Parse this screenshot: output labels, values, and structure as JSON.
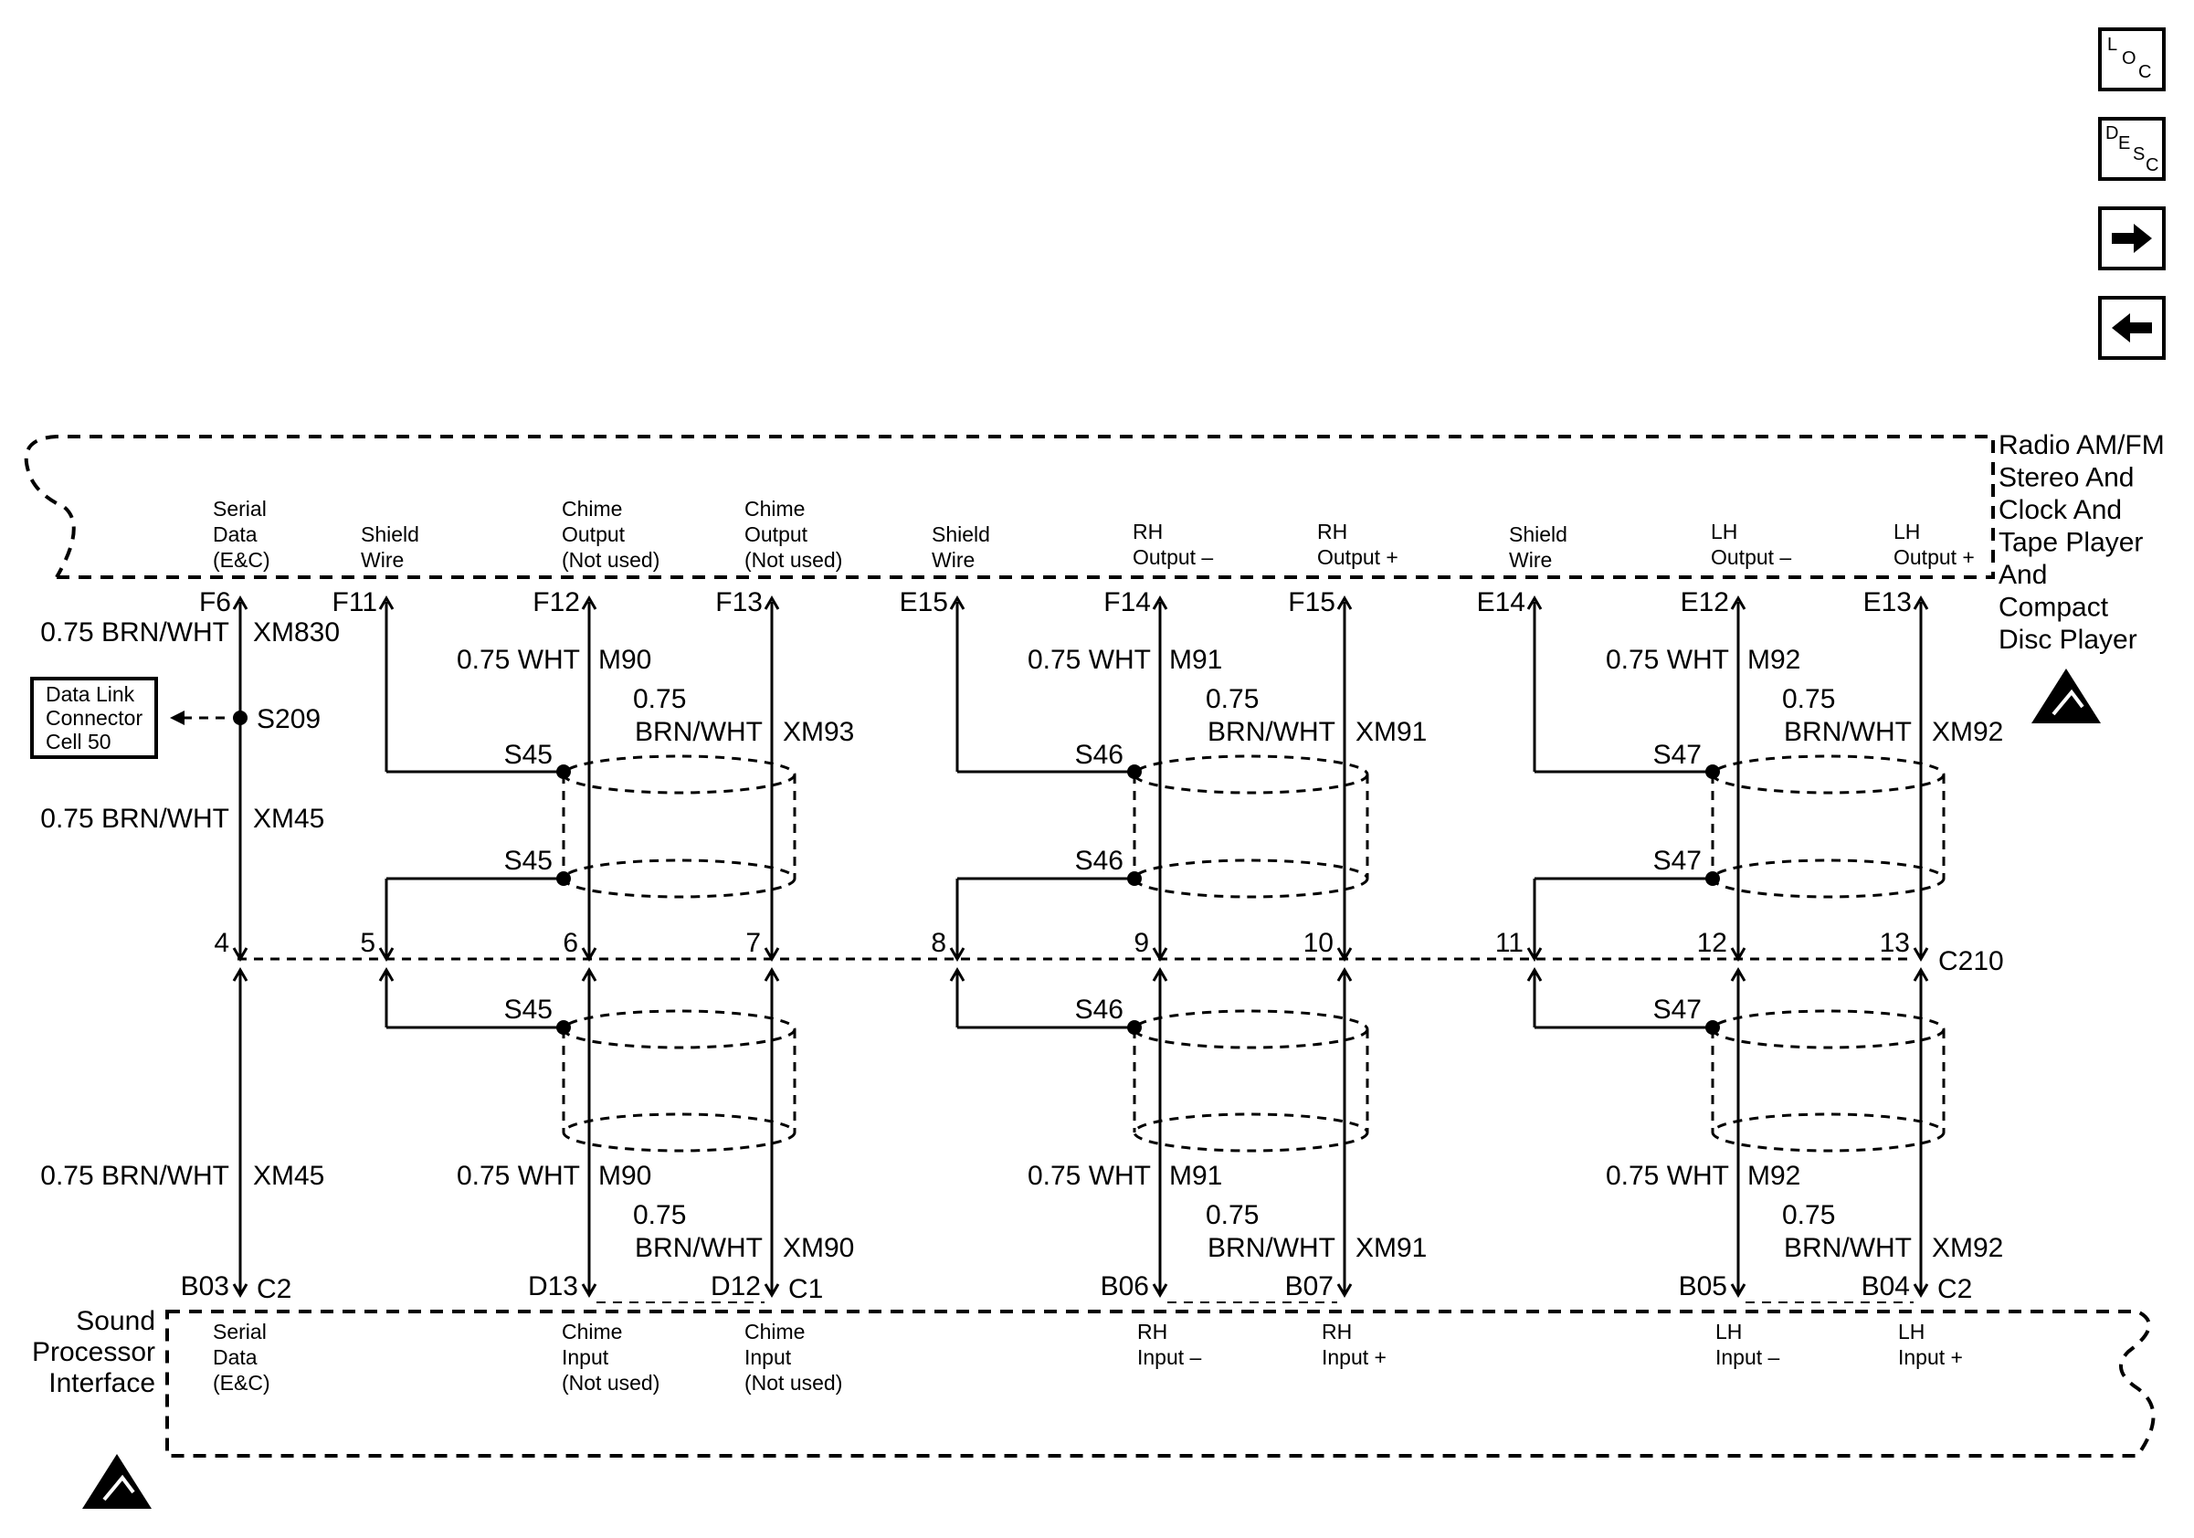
{
  "nav": {
    "loc": [
      "L",
      "O",
      "C"
    ],
    "desc": [
      "D",
      "E",
      "S",
      "C"
    ]
  },
  "modules": {
    "radio": [
      "Radio AM/FM",
      "Stereo And",
      "Clock And",
      "Tape Player",
      "And",
      "Compact",
      "Disc Player"
    ],
    "sound_processor": [
      "Sound",
      "Processor",
      "Interface"
    ]
  },
  "data_link": [
    "Data Link",
    "Connector",
    "Cell 50"
  ],
  "connectors": {
    "c210": "C210",
    "c2": "C2",
    "c1": "C1",
    "c2b": "C2"
  },
  "splice_s209": "S209",
  "radio_pins": [
    {
      "pin": "F6",
      "lines": [
        "Serial",
        "Data",
        "(E&C)"
      ]
    },
    {
      "pin": "F11",
      "lines": [
        "Shield",
        "Wire"
      ]
    },
    {
      "pin": "F12",
      "lines": [
        "Chime",
        "Output",
        "(Not used)"
      ]
    },
    {
      "pin": "F13",
      "lines": [
        "Chime",
        "Output",
        "(Not used)"
      ]
    },
    {
      "pin": "E15",
      "lines": [
        "Shield",
        "Wire"
      ]
    },
    {
      "pin": "F14",
      "lines": [
        "RH",
        "Output –"
      ]
    },
    {
      "pin": "F15",
      "lines": [
        "RH",
        "Output +"
      ]
    },
    {
      "pin": "E14",
      "lines": [
        "Shield",
        "Wire"
      ]
    },
    {
      "pin": "E12",
      "lines": [
        "LH",
        "Output –"
      ]
    },
    {
      "pin": "E13",
      "lines": [
        "LH",
        "Output +"
      ]
    }
  ],
  "c210_pins": [
    "4",
    "5",
    "6",
    "7",
    "8",
    "9",
    "10",
    "11",
    "12",
    "13"
  ],
  "processor_pins": [
    {
      "pin": "B03",
      "lines": [
        "Serial",
        "Data",
        "(E&C)"
      ]
    },
    {
      "pin": "D13",
      "lines": [
        "Chime",
        "Input",
        "(Not used)"
      ]
    },
    {
      "pin": "D12",
      "lines": [
        "Chime",
        "Input",
        "(Not used)"
      ]
    },
    {
      "pin": "B06",
      "lines": [
        "RH",
        "Input –"
      ]
    },
    {
      "pin": "B07",
      "lines": [
        "RH",
        "Input +"
      ]
    },
    {
      "pin": "B05",
      "lines": [
        "LH",
        "Input –"
      ]
    },
    {
      "pin": "B04",
      "lines": [
        "LH",
        "Input +"
      ]
    }
  ],
  "wires": {
    "serial_top": [
      "0.75 BRN/WHT",
      "XM830"
    ],
    "serial_mid": [
      "0.75 BRN/WHT",
      "XM45"
    ],
    "serial_bot": [
      "0.75 BRN/WHT",
      "XM45"
    ],
    "chime": {
      "top_neg": [
        "0.75 WHT",
        "M90"
      ],
      "top_pos": [
        "0.75",
        "BRN/WHT",
        "XM93"
      ],
      "bot_neg": [
        "0.75 WHT",
        "M90"
      ],
      "bot_pos": [
        "0.75",
        "BRN/WHT",
        "XM90"
      ]
    },
    "rh": {
      "top_neg": [
        "0.75 WHT",
        "M91"
      ],
      "top_pos": [
        "0.75",
        "BRN/WHT",
        "XM91"
      ],
      "bot_neg": [
        "0.75 WHT",
        "M91"
      ],
      "bot_pos": [
        "0.75",
        "BRN/WHT",
        "XM91"
      ]
    },
    "lh": {
      "top_neg": [
        "0.75 WHT",
        "M92"
      ],
      "top_pos": [
        "0.75",
        "BRN/WHT",
        "XM92"
      ],
      "bot_neg": [
        "0.75 WHT",
        "M92"
      ],
      "bot_pos": [
        "0.75",
        "BRN/WHT",
        "XM92"
      ]
    }
  },
  "splices": {
    "chime": "S45",
    "rh": "S46",
    "lh": "S47"
  }
}
